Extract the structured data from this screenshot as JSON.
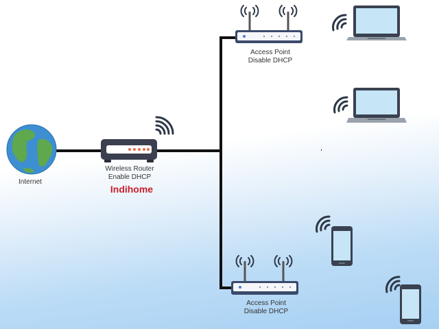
{
  "internet": {
    "label": "Internet"
  },
  "router": {
    "name": "Wireless Router",
    "dhcp": "Enable DHCP",
    "brand": "Indihome"
  },
  "access_points": [
    {
      "name": "Access Point",
      "dhcp": "Disable DHCP"
    },
    {
      "name": "Access Point",
      "dhcp": "Disable DHCP"
    }
  ],
  "colors": {
    "device_dark": "#3b3f4f",
    "device_accent": "#e8694a",
    "ap_body": "#3a4a6a",
    "ap_led": "#4a7bd6",
    "screen": "#c6e6f7",
    "signal": "#2d3746",
    "cable": "#111111",
    "brand": "#c8202b"
  }
}
